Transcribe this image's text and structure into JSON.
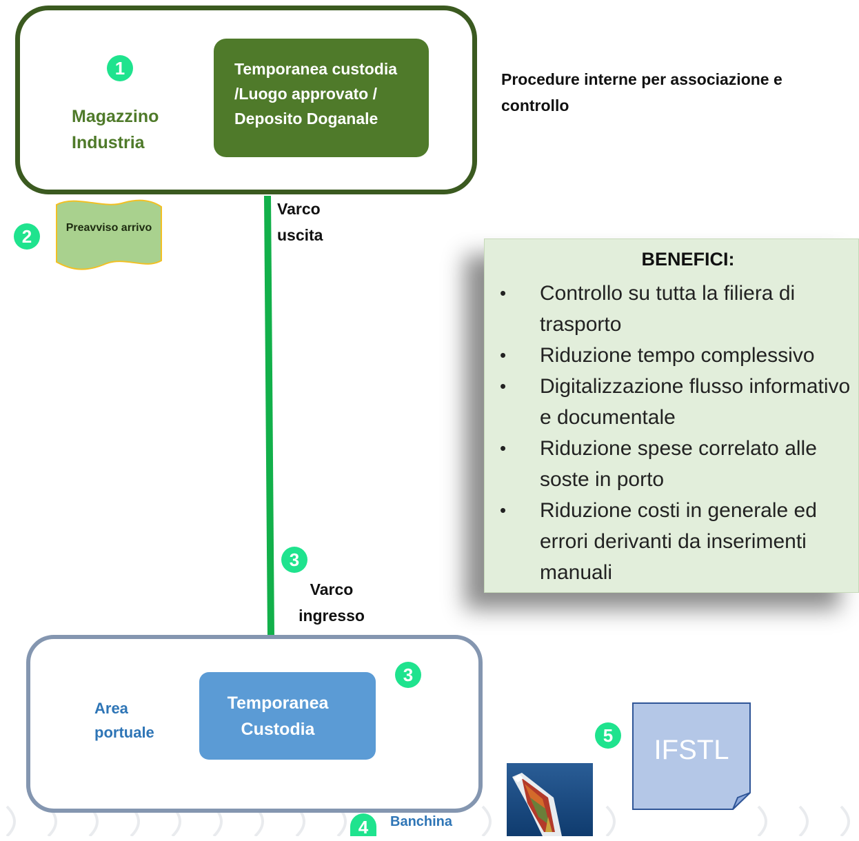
{
  "top_area": {
    "badge": "1",
    "warehouse_label": "Magazzino Industria",
    "inner_box_label": "Temporanea custodia /Luogo approvato / Deposito Doganale"
  },
  "procedures_label": "Procedure interne per associazione e controllo",
  "preavviso": {
    "badge": "2",
    "label": "Preavviso arrivo"
  },
  "route": {
    "exit_gate": "Varco uscita",
    "entry_badge": "3",
    "entry_gate": "Varco ingresso"
  },
  "benefici": {
    "title": "BENEFICI:",
    "items": [
      "Controllo su tutta la filiera di trasporto",
      "Riduzione tempo complessivo",
      "Digitalizzazione flusso informativo e documentale",
      "Riduzione spese correlato alle soste in porto",
      "Riduzione costi in generale ed errori derivanti da inserimenti manuali"
    ]
  },
  "bottom_area": {
    "badge": "3",
    "area_label": "Area portuale",
    "inner_box_label": "Temporanea Custodia",
    "dock_badge": "4",
    "dock_label": "Banchina"
  },
  "ifstl": {
    "badge": "5",
    "label": "IFSTL"
  },
  "colors": {
    "dark_green": "#3b5a20",
    "box_green": "#4f7a2a",
    "line_green": "#12b04a",
    "badge_green": "#1fe38e",
    "port_blue": "#5b9bd5",
    "text_blue": "#2e75b6",
    "doc_blue": "#b4c7e7",
    "panel_green": "#e2eedb"
  }
}
